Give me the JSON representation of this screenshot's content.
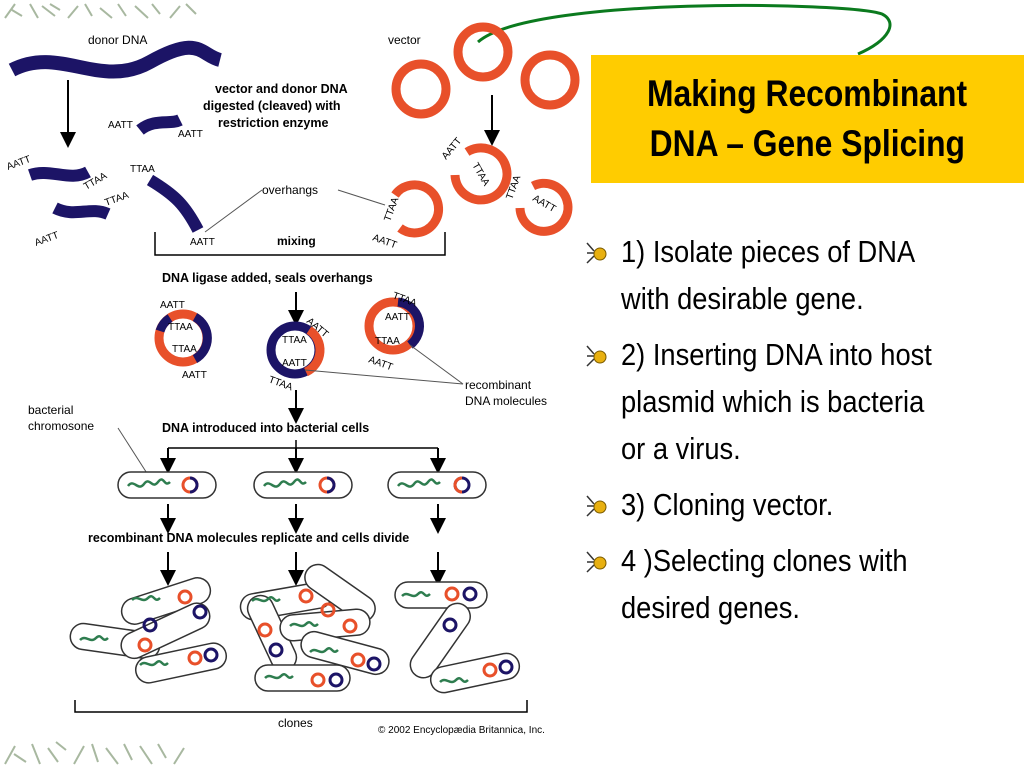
{
  "title": {
    "line1": "Making Recombinant",
    "line2": "DNA – Gene Splicing"
  },
  "bullets": [
    {
      "line1": "1) Isolate pieces of DNA",
      "line2": "with desirable gene."
    },
    {
      "line1": "2) Inserting DNA into host",
      "line2": "plasmid which is bacteria",
      "line3": "or a virus."
    },
    {
      "line1": "3) Cloning vector."
    },
    {
      "line1": "4 )Selecting clones with",
      "line2": "desired genes."
    }
  ],
  "figure": {
    "donor_dna": "donor DNA",
    "vector": "vector",
    "digest_line1": "vector and donor DNA",
    "digest_line2": "digested (cleaved) with",
    "digest_line3": "restriction enzyme",
    "overhangs": "overhangs",
    "mixing": "mixing",
    "ligase": "DNA ligase added, seals overhangs",
    "recombinant_line1": "recombinant",
    "recombinant_line2": "DNA molecules",
    "bacterial_line1": "bacterial",
    "bacterial_line2": "chromosone",
    "introduced": "DNA introduced into bacterial cells",
    "replicate": "recombinant DNA molecules replicate and cells divide",
    "clones": "clones",
    "copyright": "© 2002 Encyclopædia Britannica, Inc.",
    "seq_aatt": "AATT",
    "seq_ttaa": "TTAA"
  },
  "colors": {
    "title_bg": "#FFCC00",
    "dna": "#1C1466",
    "plasmid": "#E8502A",
    "chromosome": "#2E7D4F",
    "swoosh": "#0B7A1E"
  }
}
